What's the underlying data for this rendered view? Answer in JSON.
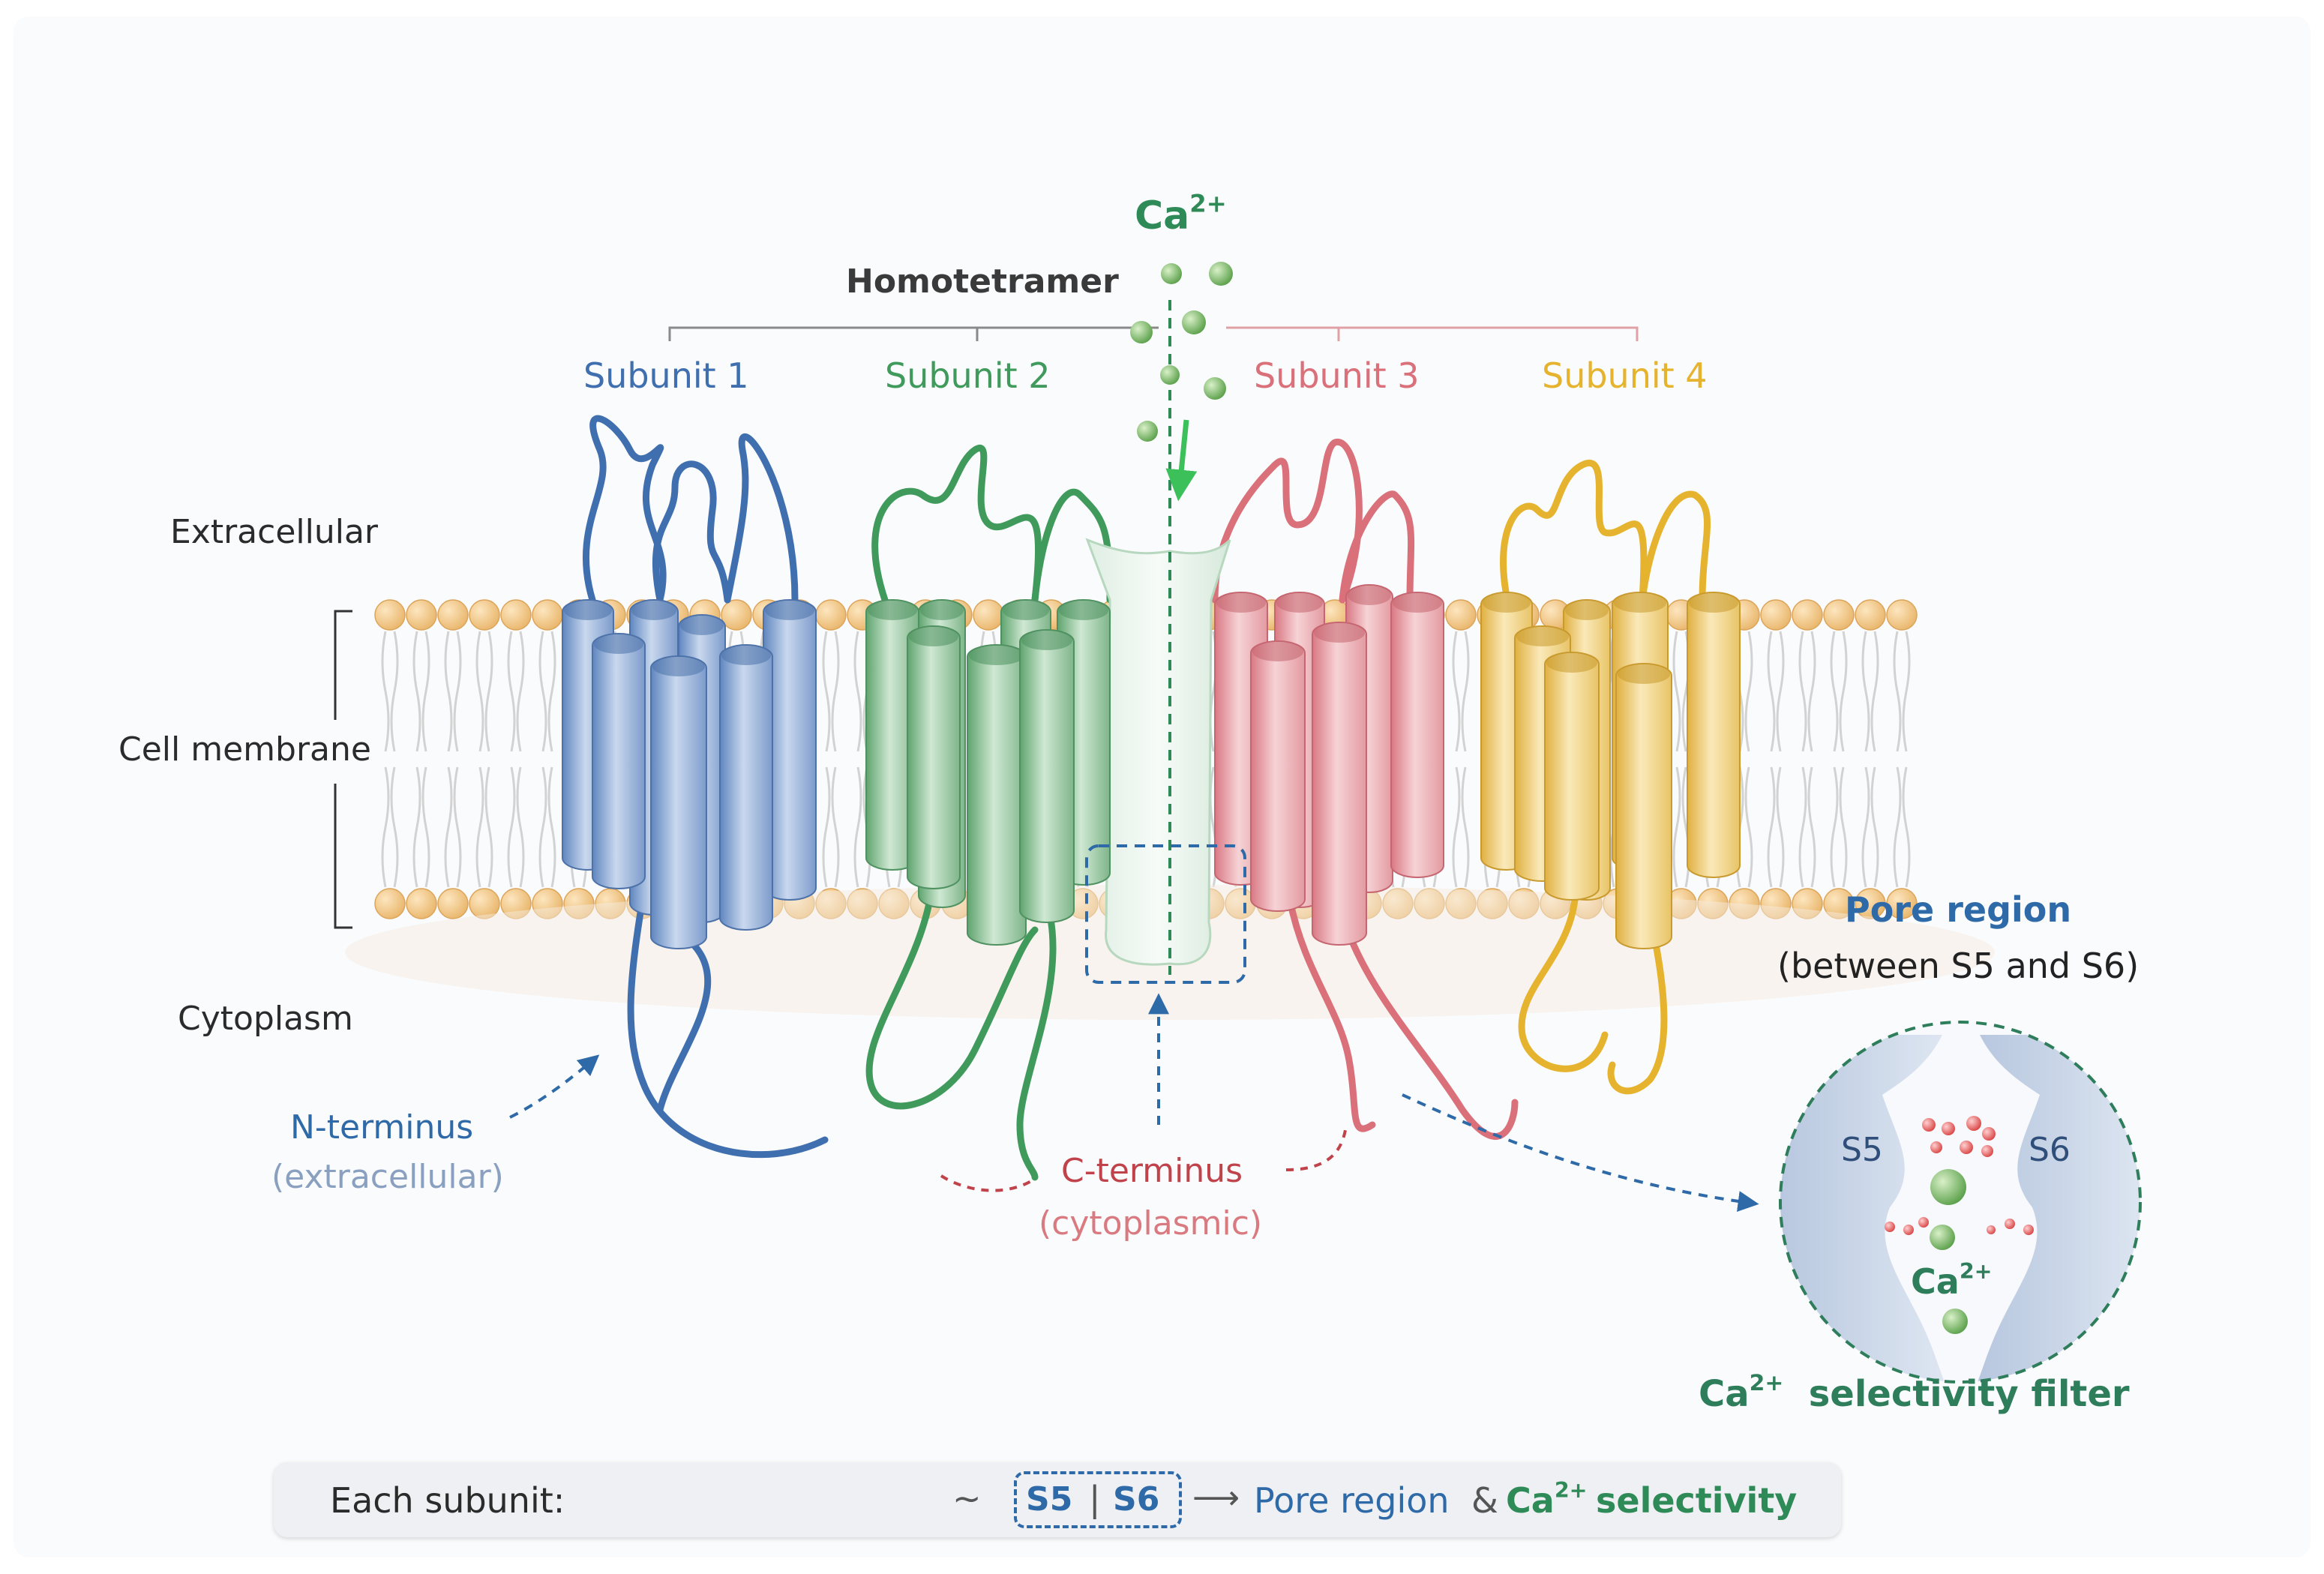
{
  "title": "Homotetramer",
  "ion_top": {
    "base": "Ca",
    "sup": "2+"
  },
  "subunits": [
    {
      "label": "Subunit 1",
      "color": "#3f6fae"
    },
    {
      "label": "Subunit 2",
      "color": "#3f9a5c"
    },
    {
      "label": "Subunit 3",
      "color": "#d9707a"
    },
    {
      "label": "Subunit 4",
      "color": "#e5b32e"
    }
  ],
  "regions": {
    "extracellular": "Extracellular",
    "membrane": "Cell membrane",
    "cytoplasm": "Cytoplasm"
  },
  "n_terminus": {
    "label": "N-terminus",
    "note": "(extracellular)"
  },
  "c_terminus": {
    "label": "C-terminus",
    "note": "(cytoplasmic)"
  },
  "pore_region": {
    "label": "Pore region",
    "note": "(between S5  and S6)"
  },
  "inset": {
    "s5": "S5",
    "s6": "S6",
    "ion": {
      "base": "Ca",
      "sup": "2+"
    },
    "caption": {
      "base": "Ca",
      "sup": "2+",
      "rest": "selectivity filter"
    }
  },
  "bottom": {
    "lead": "Each subunit:",
    "tilde": "~",
    "s5": "S5",
    "divider": "|",
    "s6": "S6",
    "arrow": "⟶",
    "pore": "Pore region",
    "amp": "&",
    "ion_base": "Ca",
    "ion_sup": "2+",
    "selectivity": "selectivity"
  },
  "colors": {
    "subunit1": "#3f6fae",
    "subunit2": "#3f9a5c",
    "subunit3": "#d9707a",
    "subunit4": "#e5b32e",
    "calcium": "#5aa04a",
    "pore_blue": "#2f6aa8",
    "c_term_red": "#c0434c"
  }
}
